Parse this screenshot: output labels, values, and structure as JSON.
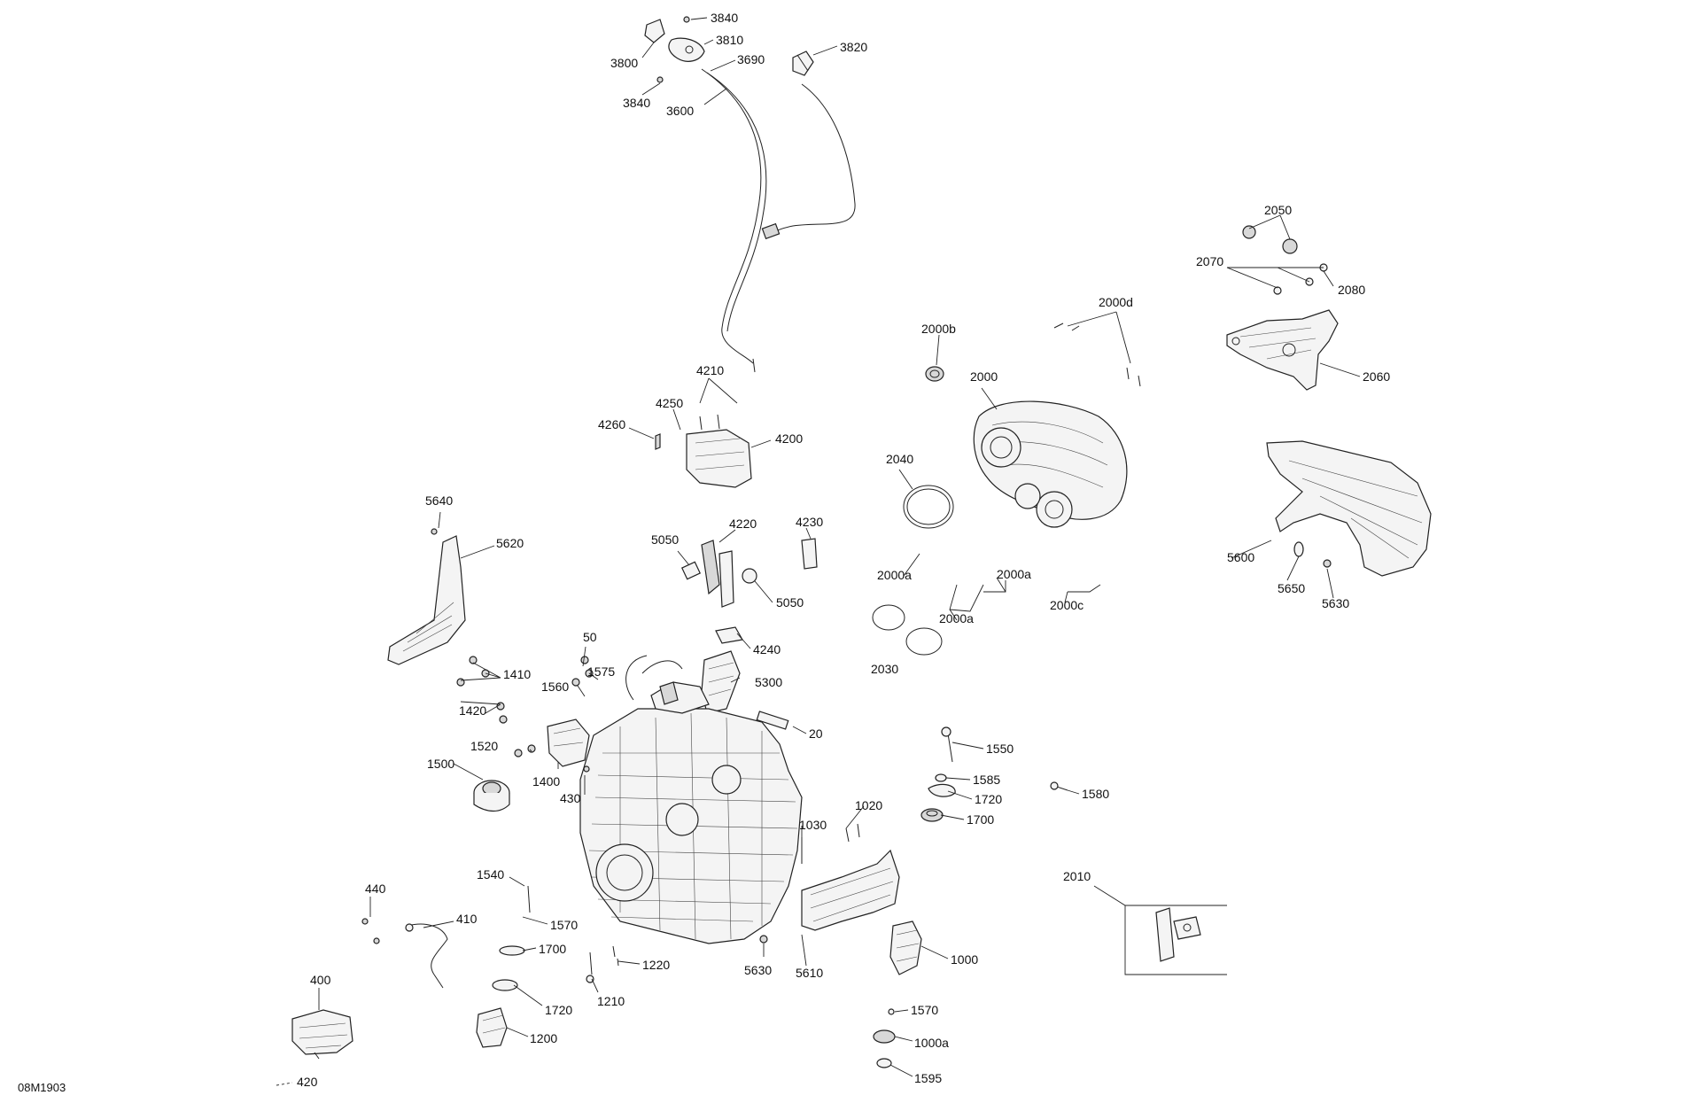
{
  "diagram_code": "08M1903",
  "callouts": [
    {
      "id": "c3840a",
      "text": "3840"
    },
    {
      "id": "c3810",
      "text": "3810"
    },
    {
      "id": "c3800",
      "text": "3800"
    },
    {
      "id": "c3690",
      "text": "3690"
    },
    {
      "id": "c3820",
      "text": "3820"
    },
    {
      "id": "c3840b",
      "text": "3840"
    },
    {
      "id": "c3600",
      "text": "3600"
    },
    {
      "id": "c2050",
      "text": "2050"
    },
    {
      "id": "c2070",
      "text": "2070"
    },
    {
      "id": "c2080",
      "text": "2080"
    },
    {
      "id": "c2000d",
      "text": "2000d"
    },
    {
      "id": "c2000b",
      "text": "2000b"
    },
    {
      "id": "c2060",
      "text": "2060"
    },
    {
      "id": "c4210",
      "text": "4210"
    },
    {
      "id": "c2000",
      "text": "2000"
    },
    {
      "id": "c4250",
      "text": "4250"
    },
    {
      "id": "c4260",
      "text": "4260"
    },
    {
      "id": "c4200",
      "text": "4200"
    },
    {
      "id": "c2040",
      "text": "2040"
    },
    {
      "id": "c5640",
      "text": "5640"
    },
    {
      "id": "c4220",
      "text": "4220"
    },
    {
      "id": "c4230",
      "text": "4230"
    },
    {
      "id": "c5620",
      "text": "5620"
    },
    {
      "id": "c5050a",
      "text": "5050"
    },
    {
      "id": "c5600",
      "text": "5600"
    },
    {
      "id": "c2000a1",
      "text": "2000a"
    },
    {
      "id": "c2000a2",
      "text": "2000a"
    },
    {
      "id": "c5050b",
      "text": "5050"
    },
    {
      "id": "c5650",
      "text": "5650"
    },
    {
      "id": "c5630a",
      "text": "5630"
    },
    {
      "id": "c2000c",
      "text": "2000c"
    },
    {
      "id": "c2000a3",
      "text": "2000a"
    },
    {
      "id": "c4240",
      "text": "4240"
    },
    {
      "id": "c50",
      "text": "50"
    },
    {
      "id": "c2030",
      "text": "2030"
    },
    {
      "id": "c1410",
      "text": "1410"
    },
    {
      "id": "c1575",
      "text": "1575"
    },
    {
      "id": "c1560",
      "text": "1560"
    },
    {
      "id": "c5300",
      "text": "5300"
    },
    {
      "id": "c1420",
      "text": "1420"
    },
    {
      "id": "c20",
      "text": "20"
    },
    {
      "id": "c1520",
      "text": "1520"
    },
    {
      "id": "c1550",
      "text": "1550"
    },
    {
      "id": "c1500",
      "text": "1500"
    },
    {
      "id": "c1400",
      "text": "1400"
    },
    {
      "id": "c1585",
      "text": "1585"
    },
    {
      "id": "c430",
      "text": "430"
    },
    {
      "id": "c1720a",
      "text": "1720"
    },
    {
      "id": "c1580",
      "text": "1580"
    },
    {
      "id": "c1020",
      "text": "1020"
    },
    {
      "id": "c1700a",
      "text": "1700"
    },
    {
      "id": "c1030",
      "text": "1030"
    },
    {
      "id": "c1540",
      "text": "1540"
    },
    {
      "id": "c2010",
      "text": "2010"
    },
    {
      "id": "c440",
      "text": "440"
    },
    {
      "id": "c410",
      "text": "410"
    },
    {
      "id": "c1570a",
      "text": "1570"
    },
    {
      "id": "c1700b",
      "text": "1700"
    },
    {
      "id": "c1000",
      "text": "1000"
    },
    {
      "id": "c1220",
      "text": "1220"
    },
    {
      "id": "c5630b",
      "text": "5630"
    },
    {
      "id": "c5610",
      "text": "5610"
    },
    {
      "id": "c400",
      "text": "400"
    },
    {
      "id": "c1210",
      "text": "1210"
    },
    {
      "id": "c1720b",
      "text": "1720"
    },
    {
      "id": "c1570b",
      "text": "1570"
    },
    {
      "id": "c1200",
      "text": "1200"
    },
    {
      "id": "c1000a",
      "text": "1000a"
    },
    {
      "id": "c1595",
      "text": "1595"
    },
    {
      "id": "c420",
      "text": "420"
    }
  ]
}
